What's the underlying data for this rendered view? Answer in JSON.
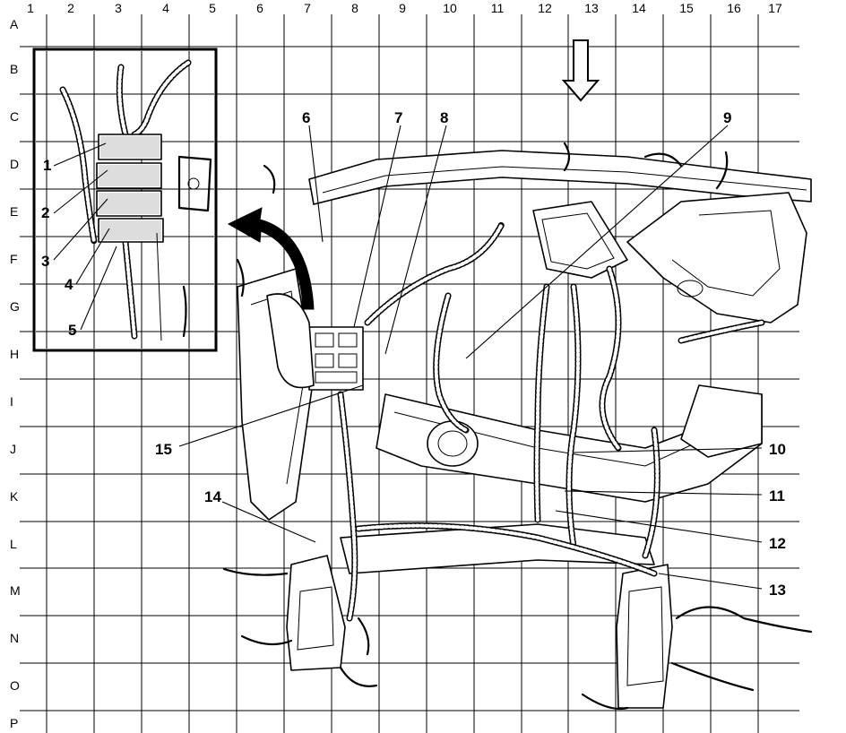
{
  "grid": {
    "columns": [
      "1",
      "2",
      "3",
      "4",
      "5",
      "6",
      "7",
      "8",
      "9",
      "10",
      "11",
      "12",
      "13",
      "14",
      "15",
      "16",
      "17"
    ],
    "rows": [
      "A",
      "B",
      "C",
      "D",
      "E",
      "F",
      "G",
      "H",
      "I",
      "J",
      "K",
      "L",
      "M",
      "N",
      "O",
      "P"
    ]
  },
  "detail_callouts": [
    "1",
    "2",
    "3",
    "4",
    "5"
  ],
  "main_callouts": [
    "6",
    "7",
    "8",
    "9",
    "10",
    "11",
    "12",
    "13",
    "14",
    "15"
  ],
  "icons": {
    "view_arrow": "down-arrow-icon",
    "inset_arrow": "curved-arrow-icon"
  }
}
